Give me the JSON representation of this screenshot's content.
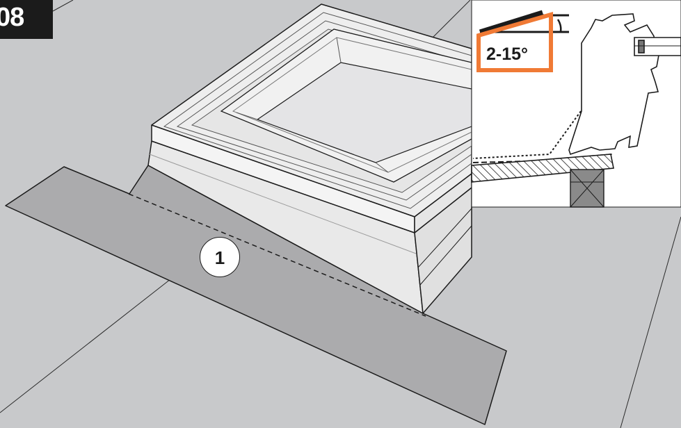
{
  "step": {
    "number": "08"
  },
  "callout": {
    "label": "1"
  },
  "detail_inset": {
    "slope_label": "2-15°"
  },
  "colors": {
    "background": "#c8c9cb",
    "membrane_strip": "#ababad",
    "skylight_frame": "#eeeeee",
    "glass": "#e4e4e6",
    "inset_background": "#ffffff",
    "highlight": "#f07a35",
    "ink": "#1b1b1b"
  }
}
